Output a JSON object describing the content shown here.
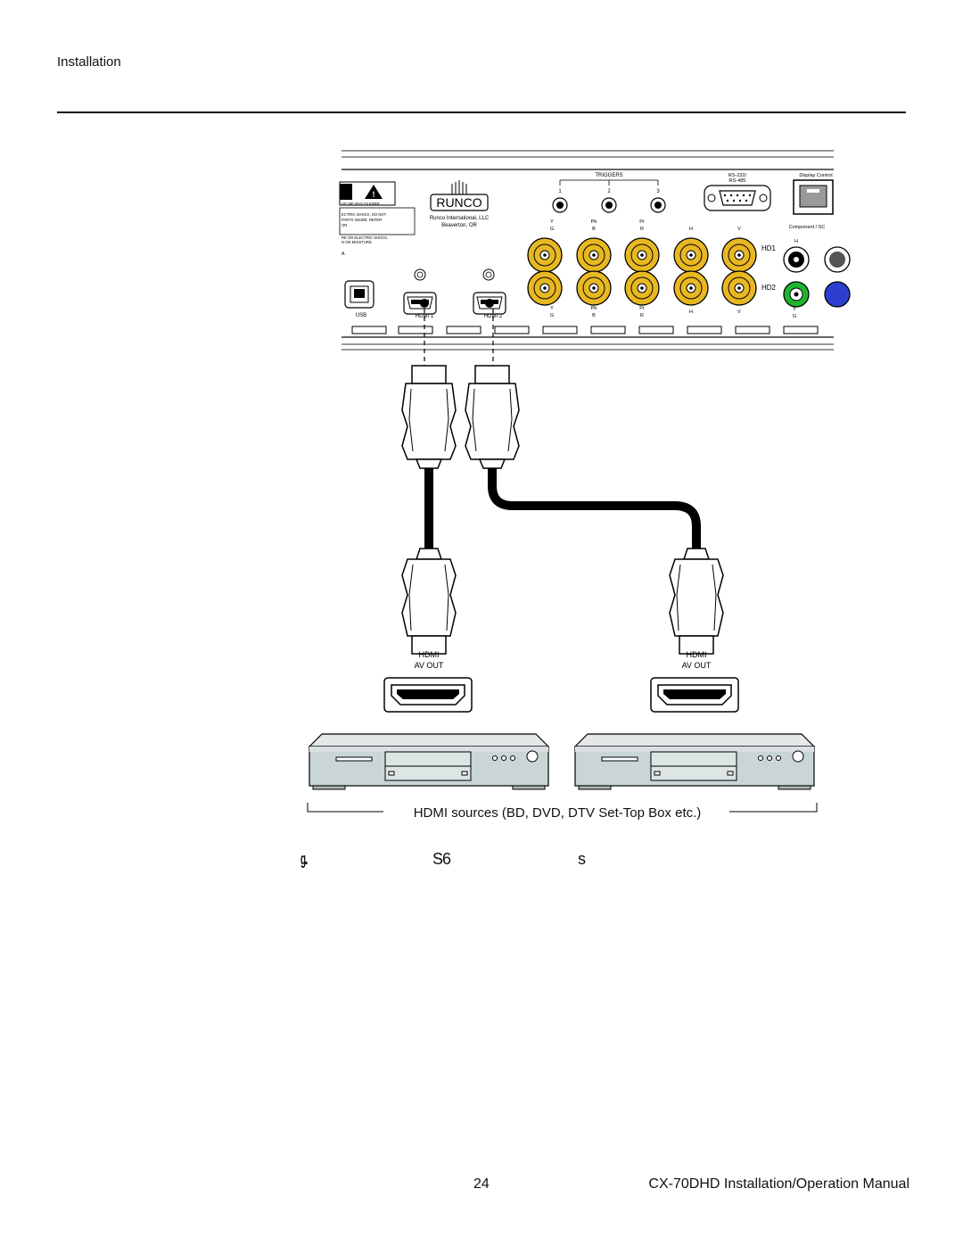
{
  "header": {
    "section": "Installation"
  },
  "panel": {
    "warning_line1": "RISQUE DE CHOC ÉLECTRIQUE NE PAS OUVRIR",
    "warning_line2": "TO REDUCE THE RISK OF ELECTRIC SHOCK, DO NOT REMOVE COVER. NO USER-SERVICEABLE PARTS INSIDE. REFER SERVICING TO QUALIFIED SERVICE PERSONNEL.",
    "warning_line3": "WARNING: TO REDUCE THE RISK OF FIRE OR ELECTRIC SHOCK, DO NOT EXPOSE THIS APPLIANCE TO RAIN OR MOISTURE.",
    "warning_part1": "UE-NE PAS OUVRIR",
    "warning_part2": "ECTRIC SHOCK, DO NOT",
    "warning_part3": "PARTS INSIDE. REFER",
    "warning_part4": "OR.",
    "warning_part5": "RE OR ELECTRIC SHOCK,",
    "warning_part6": "N OR MOISTURE.",
    "warning_part7": "A.",
    "brand_logo": "RUNCO",
    "company": "Runco International, LLC",
    "city": "Beaverton, OR",
    "triggers_label": "TRIGGERS",
    "trigger_numbers": [
      "1",
      "2",
      "3"
    ],
    "rs232_label": "RS-232/",
    "rs485_label": "RS-485",
    "display_control_label": "Display Control",
    "component_label": "Component / SC",
    "top_bnc_labels_top": [
      "Y",
      "Pb",
      "Pr",
      "H",
      "V"
    ],
    "top_bnc_labels_bottom": [
      "G",
      "B",
      "R",
      "",
      ""
    ],
    "bottom_bnc_labels_top": [
      "Y",
      "Pb",
      "Pr",
      "H",
      "V"
    ],
    "bottom_bnc_labels_bottom": [
      "G",
      "B",
      "R",
      "",
      ""
    ],
    "hd1_label": "HD1",
    "hd2_label": "HD2",
    "h_label": "H",
    "y_label": "Y",
    "g_label": "G",
    "usb_label": "USB",
    "hdmi1_label": "HDMI 1",
    "hdmi2_label": "HDMI 2"
  },
  "sources": [
    {
      "port_line1": "HDMI",
      "port_line2": "AV OUT"
    },
    {
      "port_line1": "HDMI",
      "port_line2": "AV OUT"
    }
  ],
  "sources_label": "HDMI sources (BD, DVD, DTV Set-Top Box etc.)",
  "caption": {
    "part_a": "g ...",
    "part_b": "S 6",
    "part_c": "s"
  },
  "footer": {
    "page_number": "24",
    "manual_title": "CX-70DHD Installation/Operation Manual"
  },
  "colors": {
    "bnc_gold": "#e8b823",
    "rca_green": "#1db62f",
    "rca_blue": "#2d3fd0",
    "cable": "#000000"
  }
}
